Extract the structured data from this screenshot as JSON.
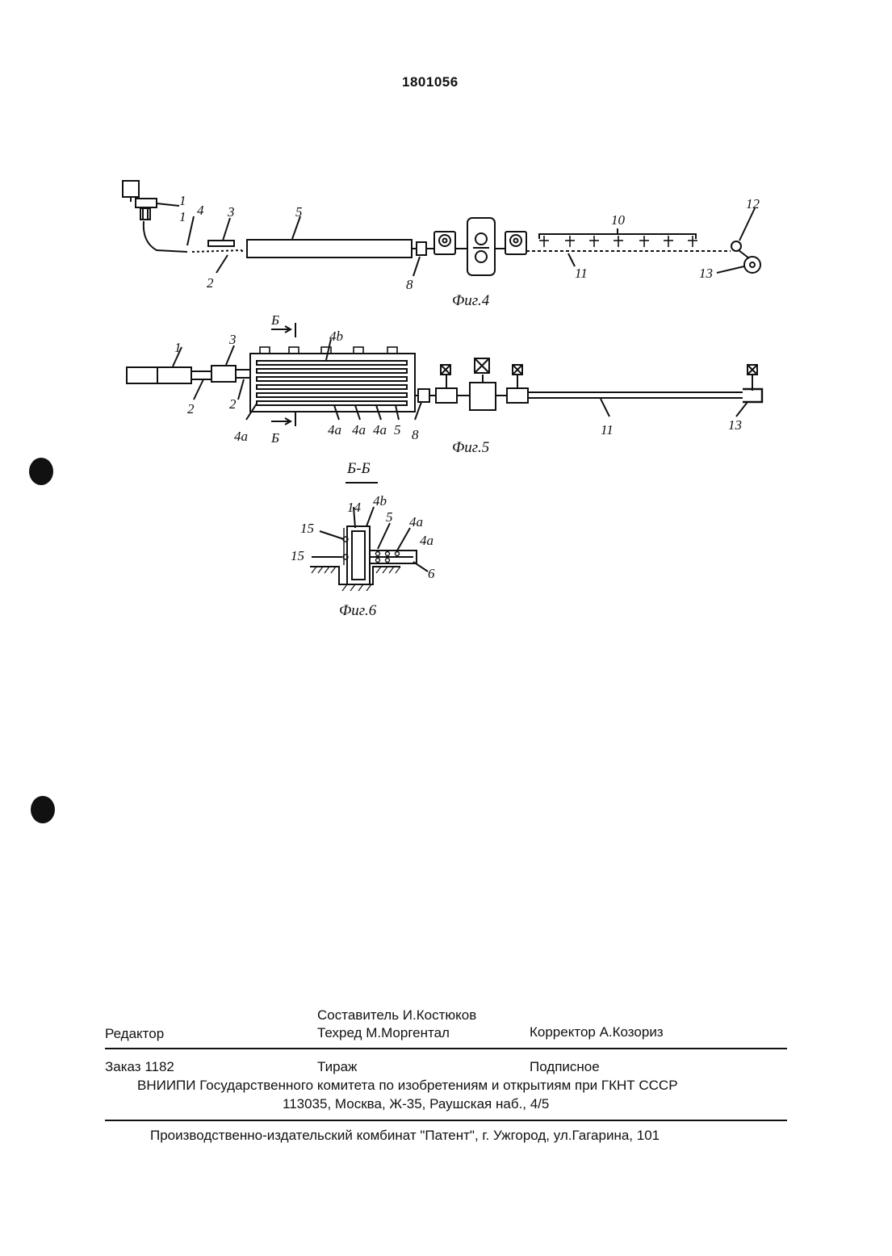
{
  "document": {
    "patent_number": "1801056"
  },
  "figures": [
    {
      "caption": "Фиг.4",
      "labels": [
        "1",
        "1",
        "4",
        "3",
        "5",
        "2",
        "8",
        "10",
        "11",
        "12",
        "13"
      ]
    },
    {
      "caption": "Фиг.5",
      "labels": [
        "Б",
        "Б",
        "4b",
        "1",
        "3",
        "2",
        "2",
        "4a",
        "4a",
        "4a",
        "4a",
        "5",
        "8",
        "11",
        "13"
      ]
    },
    {
      "caption": "Фиг.6",
      "section": "Б-Б",
      "labels": [
        "14",
        "4b",
        "5",
        "4a",
        "4a",
        "15",
        "15",
        "6"
      ]
    }
  ],
  "imprint": {
    "compiler": "Составитель И.Костюков",
    "editor": "Редактор",
    "techred": "Техред М.Моргентал",
    "corrector": "Корректор А.Козориз",
    "order": "Заказ 1182",
    "circulation": "Тираж",
    "subscription": "Подписное",
    "institute": "ВНИИПИ Государственного комитета по изобретениям и открытиям при ГКНТ СССР",
    "address": "113035, Москва, Ж-35, Раушская наб., 4/5",
    "plant": "Производственно-издательский комбинат \"Патент\", г. Ужгород, ул.Гагарина, 101"
  }
}
